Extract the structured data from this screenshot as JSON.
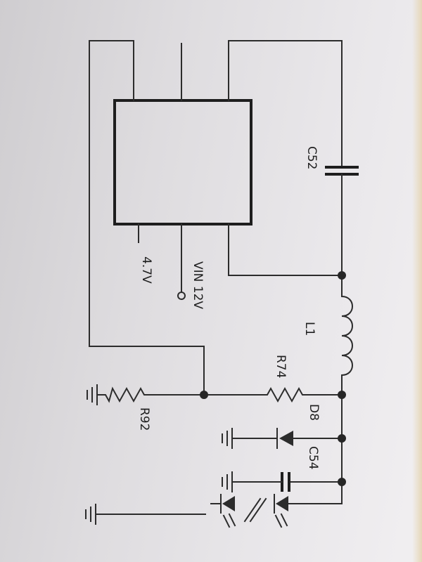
{
  "labels": {
    "c52": "C52",
    "l1": "L1",
    "r74": "R74",
    "d8": "D8",
    "c54": "C54",
    "r92": "R92",
    "vin": "VIN 12V",
    "v47": "4.7V"
  },
  "colors": {
    "ink": "#2c2c2c",
    "paper": "#e9e7ea"
  }
}
